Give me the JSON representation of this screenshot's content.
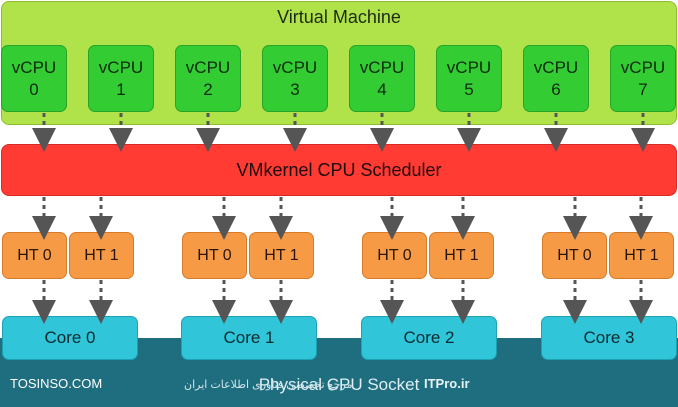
{
  "virtual_machine": {
    "title": "Virtual Machine",
    "vcpus": [
      {
        "name": "vCPU",
        "num": "0"
      },
      {
        "name": "vCPU",
        "num": "1"
      },
      {
        "name": "vCPU",
        "num": "2"
      },
      {
        "name": "vCPU",
        "num": "3"
      },
      {
        "name": "vCPU",
        "num": "4"
      },
      {
        "name": "vCPU",
        "num": "5"
      },
      {
        "name": "vCPU",
        "num": "6"
      },
      {
        "name": "vCPU",
        "num": "7"
      }
    ]
  },
  "scheduler": {
    "label": "VMkernel CPU Scheduler"
  },
  "hyperthreads": [
    {
      "label": "HT 0"
    },
    {
      "label": "HT 1"
    },
    {
      "label": "HT 0"
    },
    {
      "label": "HT 1"
    },
    {
      "label": "HT 0"
    },
    {
      "label": "HT 1"
    },
    {
      "label": "HT 0"
    },
    {
      "label": "HT 1"
    }
  ],
  "cores": [
    {
      "label": "Core 0"
    },
    {
      "label": "Core 1"
    },
    {
      "label": "Core 2"
    },
    {
      "label": "Core 3"
    }
  ],
  "socket": {
    "label": "Physical CPU Socket"
  },
  "watermark": {
    "left": "TOSINSO.COM",
    "right": "ITPro.ir",
    "persian": "مرجع تخصصی فناوری اطلاعات ایران"
  },
  "colors": {
    "vm": "#b0e34a",
    "vcpu": "#33cc33",
    "scheduler": "#ff3b33",
    "hyperthread": "#f79a45",
    "core": "#30c5d8",
    "socket": "#1f6e80",
    "arrow": "#555555"
  }
}
